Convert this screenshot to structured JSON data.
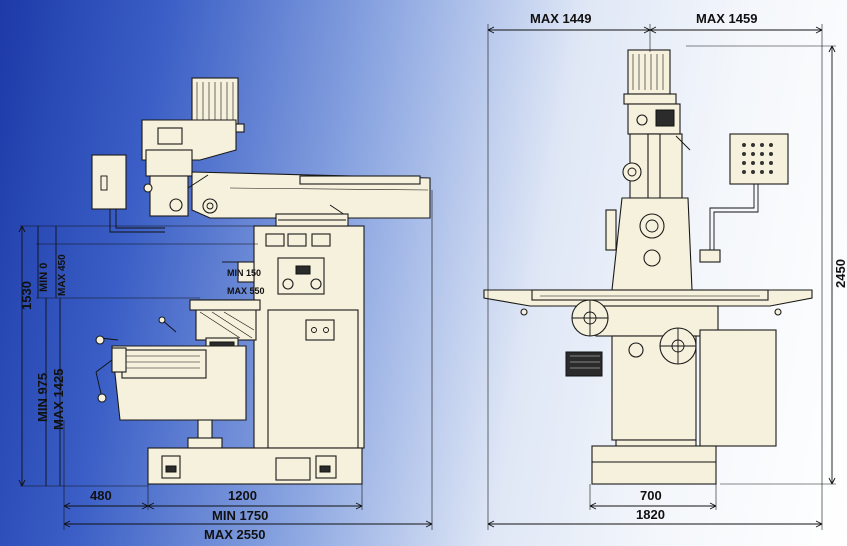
{
  "side_view": {
    "dims": {
      "min_0": "MIN 0",
      "max_450": "MAX 450",
      "min_150": "MIN 150",
      "max_550": "MAX 550",
      "h_1530": "1530",
      "min_975": "MIN 975",
      "max_1425": "MAX 1425",
      "w_480": "480",
      "w_1200": "1200",
      "min_1750": "MIN 1750",
      "max_2550": "MAX 2550"
    }
  },
  "front_view": {
    "dims": {
      "max_1449": "MAX 1449",
      "max_1459": "MAX 1459",
      "h_2450": "2450",
      "w_700": "700",
      "w_1820": "1820"
    }
  },
  "colors": {
    "background_left": "#1d3aa8",
    "background_right": "#ffffff",
    "machine_fill": "#f6f1dc",
    "outline": "#1a1a1a"
  }
}
